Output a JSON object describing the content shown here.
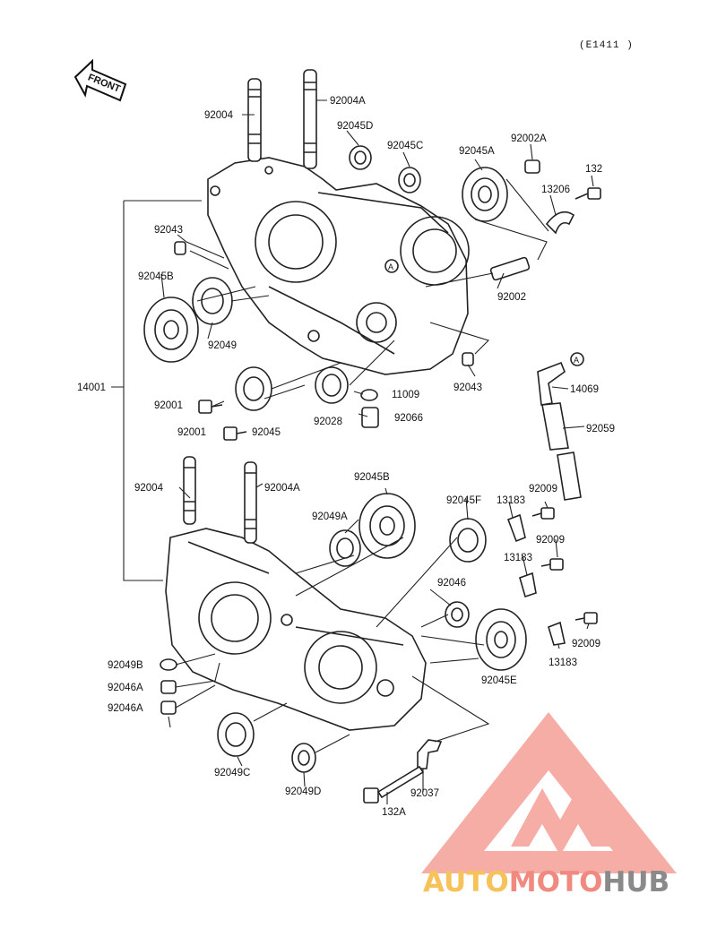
{
  "diagram_code": "(E1411 )",
  "front_arrow_label": "FRONT",
  "marker_letter": "A",
  "watermark": {
    "part1": "AUTO",
    "part2": "MOTO",
    "part3": "HUB",
    "color_auto": "#f6c25a",
    "color_moto": "#f08a80",
    "color_hub": "#8a8a8a",
    "logo_color": "#f4a59c"
  },
  "labels": {
    "p92004_top": "92004",
    "p92004A_top": "92004A",
    "p92045D": "92045D",
    "p92045C": "92045C",
    "p92045A": "92045A",
    "p92002A": "92002A",
    "p132_top": "132",
    "p13206": "13206",
    "p92043_left": "92043",
    "p92045B_top": "92045B",
    "p92049": "92049",
    "p14001": "14001",
    "p92001_a": "92001",
    "p92001_b": "92001",
    "p92045": "92045",
    "p92028": "92028",
    "p11009": "11009",
    "p92066": "92066",
    "p92002": "92002",
    "p92043_right": "92043",
    "p14069": "14069",
    "p92059": "92059",
    "p92004_bottom": "92004",
    "p92004A_bottom": "92004A",
    "p92045B_bottom": "92045B",
    "p92045F": "92045F",
    "p92049A": "92049A",
    "p13183_a": "13183",
    "p92009_a": "92009",
    "p92009_b": "92009",
    "p13183_b": "13183",
    "p92046": "92046",
    "p92009_c": "92009",
    "p13183_c": "13183",
    "p92045E": "92045E",
    "p92049B": "92049B",
    "p92046A_a": "92046A",
    "p92046A_b": "92046A",
    "p92049C": "92049C",
    "p92049D": "92049D",
    "p92037": "92037",
    "p132A": "132A"
  }
}
